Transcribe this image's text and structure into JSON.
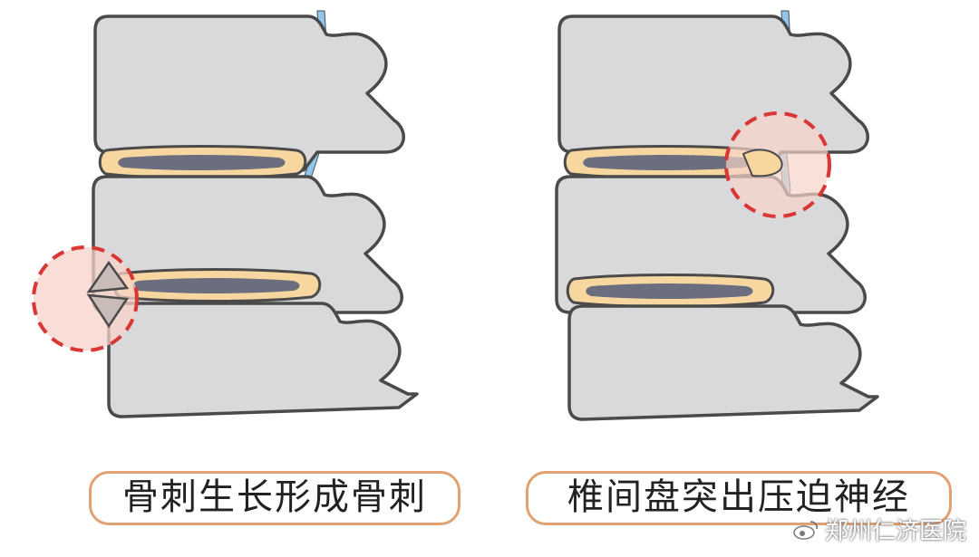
{
  "captions": {
    "left": "骨刺生长形成骨刺",
    "right": "椎间盘突出压迫神经"
  },
  "watermark": {
    "text": "郑州仁济医院",
    "logo_icon": "weibo-logo-icon"
  },
  "colors": {
    "bone": "#d9d9db",
    "outline": "#4a4a4a",
    "disc": "#f7d6a0",
    "nucleus": "#6a6e7e",
    "nerve": "#8fc8ec",
    "highlight_fill": "#f6d3c8",
    "highlight_ring": "#d93636",
    "caption_border": "#e2a172"
  }
}
